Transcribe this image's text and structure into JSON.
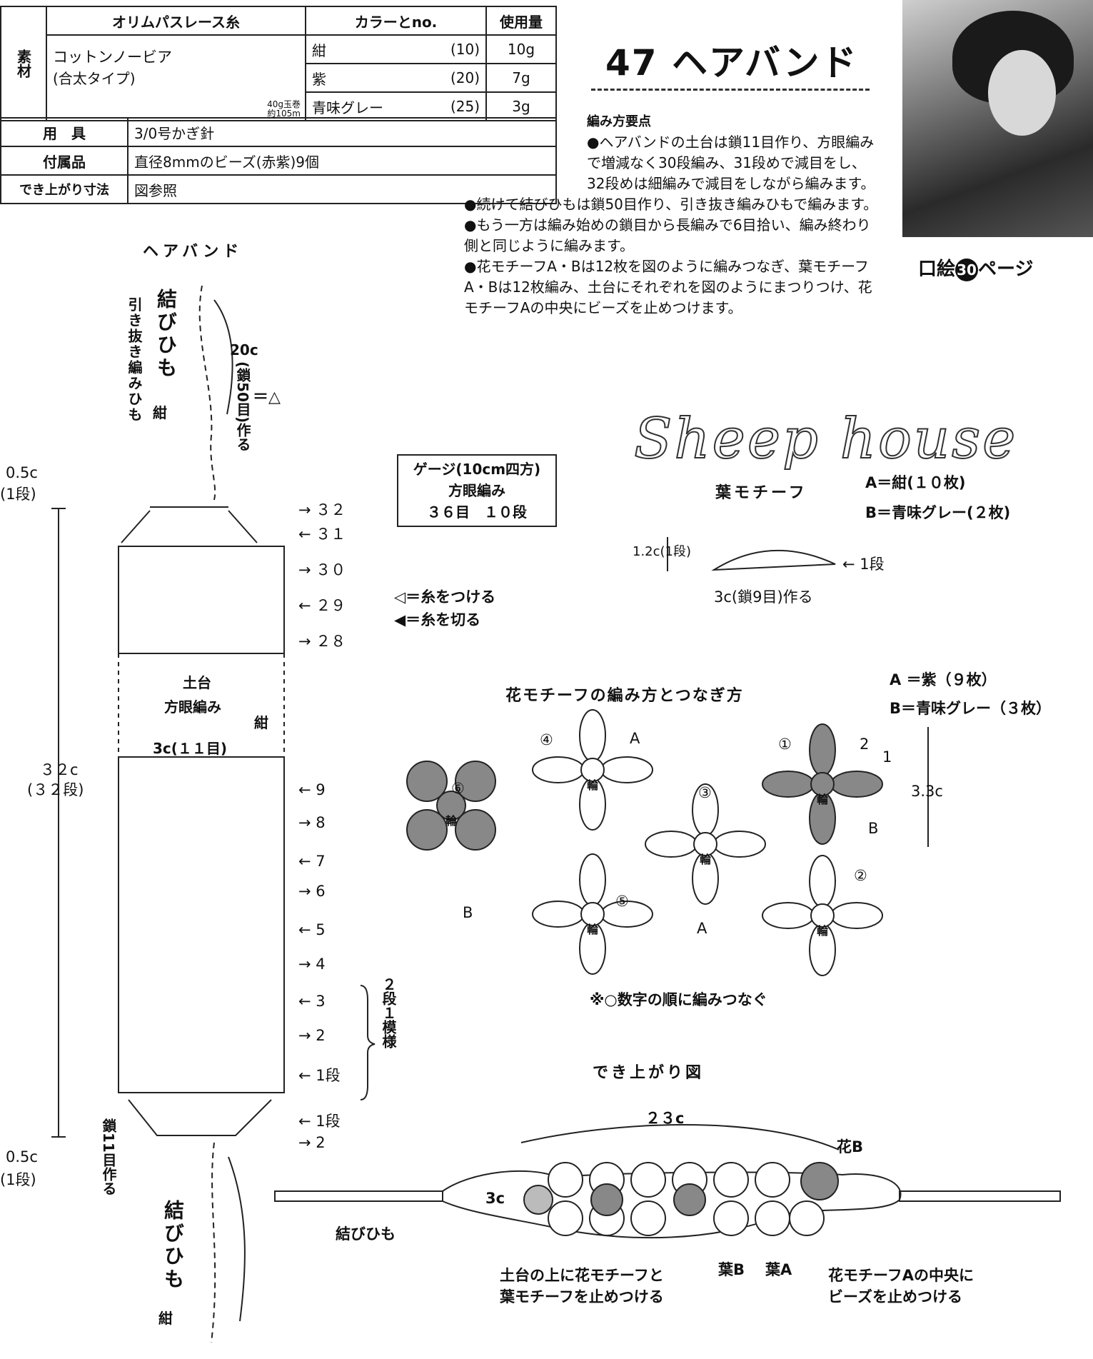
{
  "materials": {
    "yarn_brand": "オリムパスレース糸",
    "color_header": "カラーとno.",
    "amount_header": "使用量",
    "material_label": "素材",
    "yarn_name": "コットンノービア",
    "yarn_type": "(合太タイプ)",
    "yarn_ball": "40g玉巻",
    "yarn_length": "約105m",
    "colors": [
      {
        "name": "紺",
        "no": "(10)",
        "amount": "10g"
      },
      {
        "name": "紫",
        "no": "(20)",
        "amount": "7g"
      },
      {
        "name": "青味グレー",
        "no": "(25)",
        "amount": "3g"
      }
    ],
    "tool_label": "用　具",
    "tool_value": "3/0号かぎ針",
    "accessory_label": "付属品",
    "accessory_value": "直径8mmのビーズ(赤紫)9個",
    "size_label": "でき上がり寸法",
    "size_value": "図参照"
  },
  "title": "47 ヘアバンド",
  "instructions": {
    "heading": "編み方要点",
    "paragraphs": [
      "●ヘアバンドの土台は鎖11目作り、方眼編みで増減なく30段編み、31段めで減目をし、32段めは細編みで減目をしながら編みます。",
      "●続けて結びひもは鎖50目作り、引き抜き編みひもで編みます。",
      "●もう一方は編み始めの鎖目から長編みで6目拾い、編み終わり側と同じように編みます。",
      "●花モチーフA・Bは12枚を図のように編みつなぎ、葉モチーフA・Bは12枚編み、土台にそれぞれを図のようにまつりつけ、花モチーフAの中央にビーズを止めつけます。"
    ]
  },
  "kuchie": {
    "prefix": "口絵",
    "num": "30",
    "suffix": "ページ"
  },
  "logo": "Sheep house",
  "gauge": {
    "line1": "ゲージ(10cm四方)",
    "line2": "方眼編み",
    "line3": "３６目　１０段"
  },
  "headband_chart": {
    "title": "ヘアバンド",
    "tie_top": "結びひも",
    "tie_top_sub": "引き抜き編みひも",
    "tie_color": "紺",
    "tie_len": "20c",
    "tie_chain": "(鎖50目)作る",
    "tie_mark": "＝△",
    "end_h1": "0.5c",
    "end_r1": "(1段)",
    "body_h": "３２c",
    "body_r": "(３２段)",
    "base_label": "土台",
    "base_stitch": "方眼編み",
    "base_color": "紺",
    "width_label": "3c(１１目)",
    "rows_top": [
      "３２",
      "３１",
      "３０",
      "２９",
      "２８"
    ],
    "rows_bottom": [
      "9",
      "8",
      "7",
      "6",
      "5",
      "4",
      "3",
      "2",
      "1段"
    ],
    "repeat_label": "２段１模様",
    "end_rows": [
      "1段",
      "2"
    ],
    "start_chain": "鎖11目作る",
    "tie_bottom": "結びひも",
    "tie_bottom_color": "紺",
    "legend_attach": "◁＝糸をつける",
    "legend_cut": "◀＝糸を切る"
  },
  "leaf_motif": {
    "title": "葉モチーフ",
    "a": "A＝紺(１０枚)",
    "b": "B＝青味グレー(２枚)",
    "height": "1.2c(1段)",
    "row": "← 1段",
    "chain": "3c(鎖9目)作る"
  },
  "flower_motif": {
    "title": "花モチーフの編み方とつなぎ方",
    "a": "A ＝紫（９枚）",
    "b": "B＝青味グレー（３枚）",
    "size": "3.3c",
    "center": "輪",
    "nums": [
      "①",
      "②",
      "③",
      "④",
      "⑤",
      "⑥"
    ],
    "labelA": "A",
    "labelB": "B",
    "r1": "1",
    "r2": "2",
    "note": "※○数字の順に編みつなぐ"
  },
  "finished": {
    "title": "でき上がり図",
    "length": "２３c",
    "width": "3c",
    "flowerB": "花B",
    "tie": "結びひも",
    "leafB": "葉B",
    "leafA": "葉A",
    "note1a": "土台の上に花モチーフと",
    "note1b": "葉モチーフを止めつける",
    "note2a": "花モチーフAの中央に",
    "note2b": "ビーズを止めつける"
  }
}
